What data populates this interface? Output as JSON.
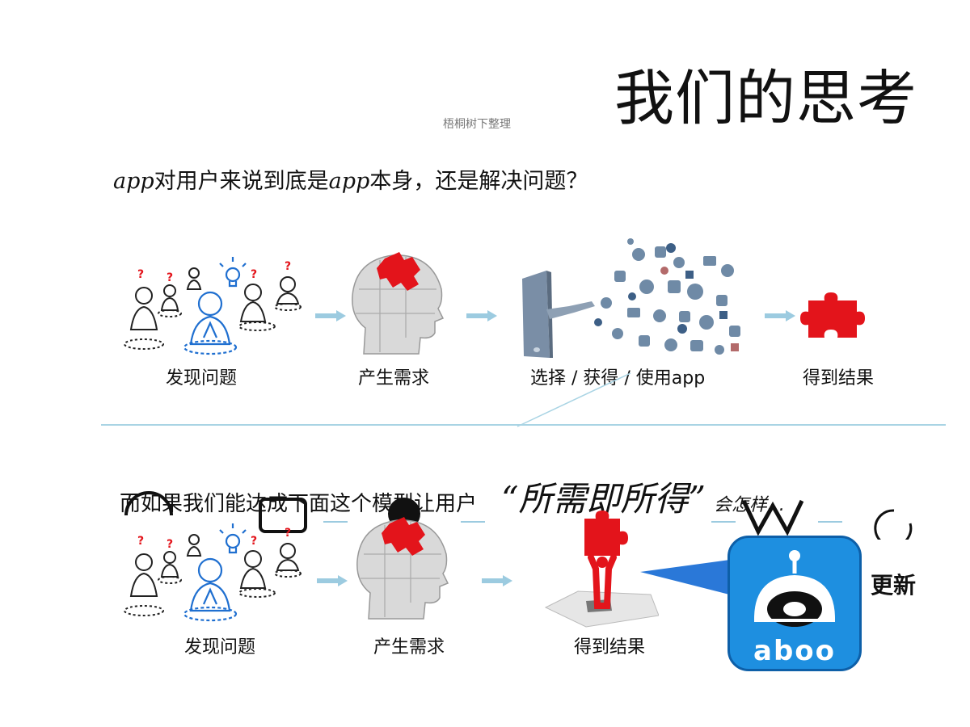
{
  "slide": {
    "title": "我们的思考",
    "watermark": "梧桐树下整理",
    "question": {
      "part1": "app",
      "part2": "对用户来说到底是",
      "part3": "app",
      "part4": "本身，还是解决问题？"
    }
  },
  "top_flow": {
    "steps": [
      "发现问题",
      "产生需求",
      "选择 / 获得 / 使用app",
      "得到结果"
    ]
  },
  "bottom_flow": {
    "intro": "而如果我们能达成下面这个模型让用户",
    "quote": "“所需即所得”",
    "tail": "会怎样…",
    "steps": [
      "发现问题",
      "产生需求",
      "得到结果"
    ],
    "update_label": "更新",
    "app_logo_text": "aboo"
  },
  "colors": {
    "arrow": "#9ccbe0",
    "puzzle_red": "#e3141b",
    "app_blue": "#1e8fe0",
    "divider": "#a9d4e4",
    "figure_blue": "#1f6fd0"
  }
}
